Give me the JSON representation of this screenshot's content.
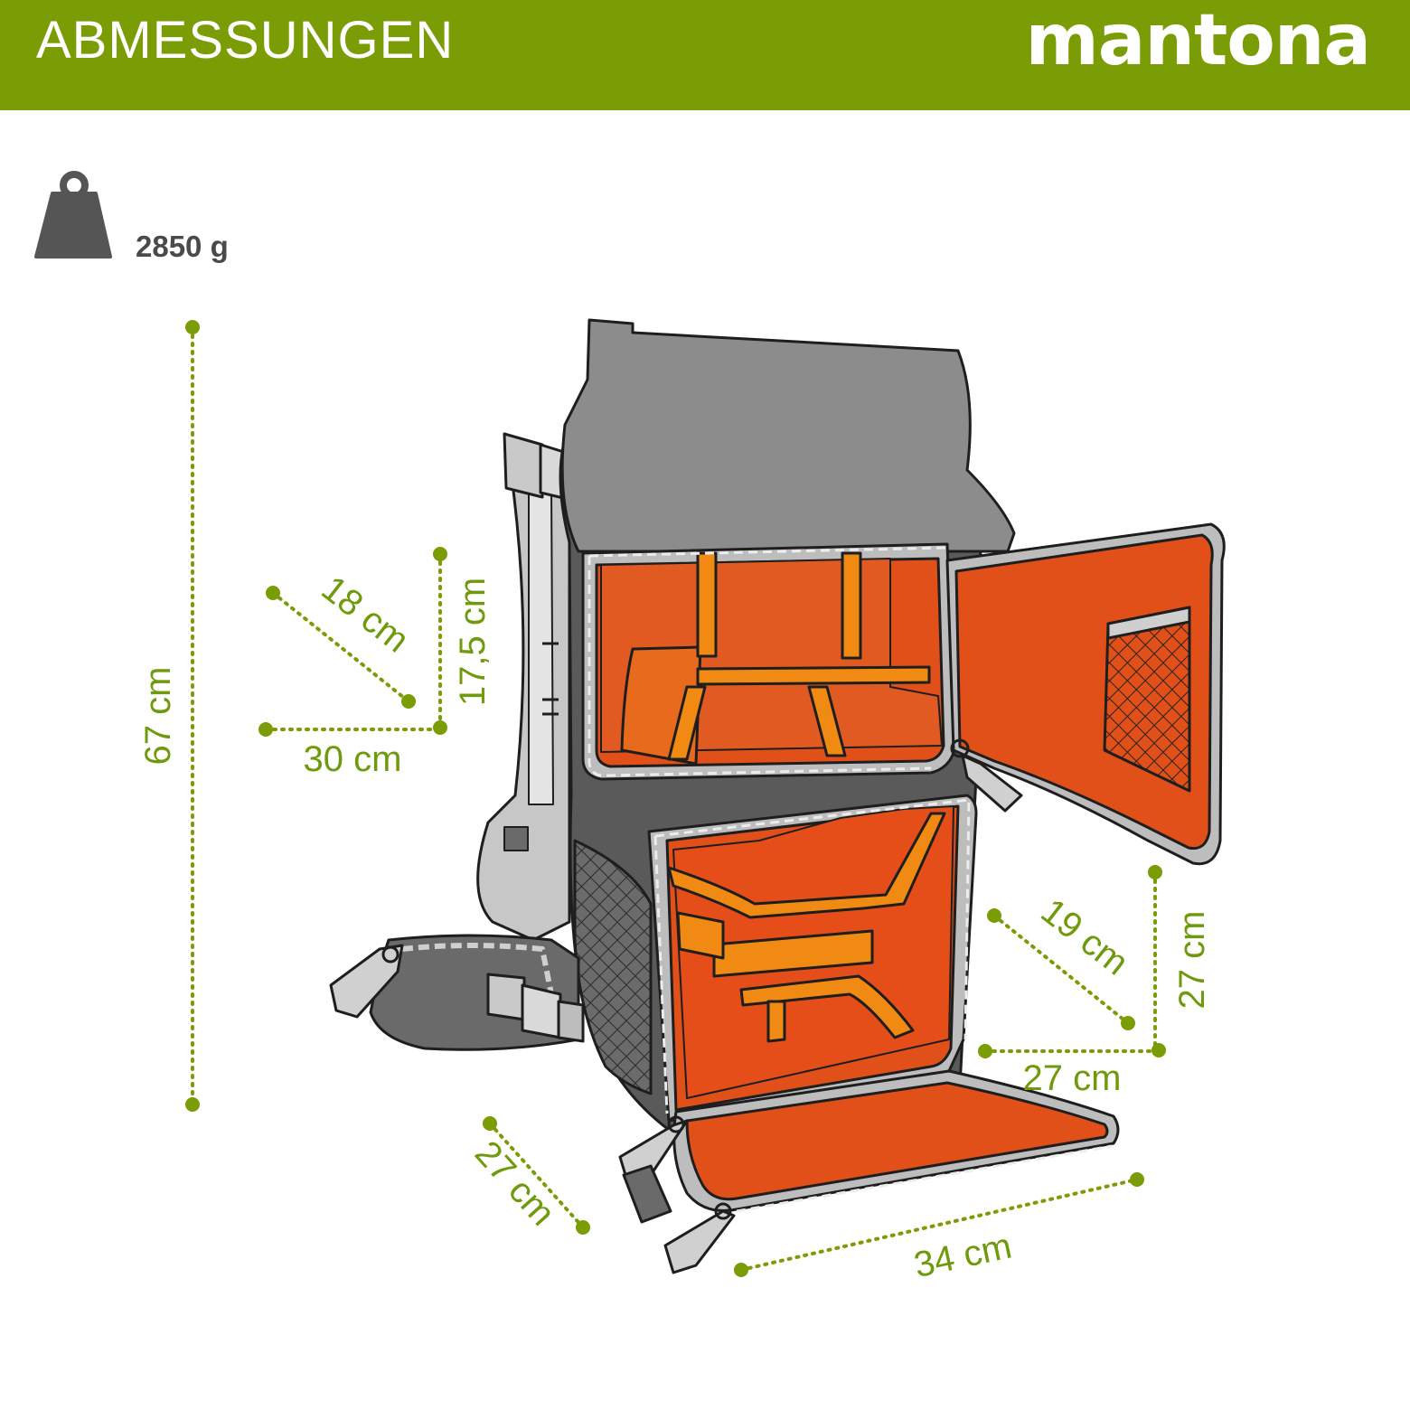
{
  "header": {
    "title": "ABMESSUNGEN",
    "brand": "mantona"
  },
  "weight": {
    "icon": "weight-icon",
    "value": "2850 g"
  },
  "dimensions": {
    "height_total": "67 cm",
    "top_depth": "18 cm",
    "top_height": "17,5 cm",
    "top_width": "30 cm",
    "bottom_depth": "19 cm",
    "bottom_height": "27 cm",
    "bottom_width": "27 cm",
    "flap_depth": "27 cm",
    "flap_width": "34 cm"
  },
  "colors": {
    "brand_green": "#7a9c04",
    "dimension_green": "#6f9a0c",
    "compartment_orange": "#e2501a",
    "divider_orange": "#f08a12",
    "body_grey": "#5a5a5a"
  }
}
